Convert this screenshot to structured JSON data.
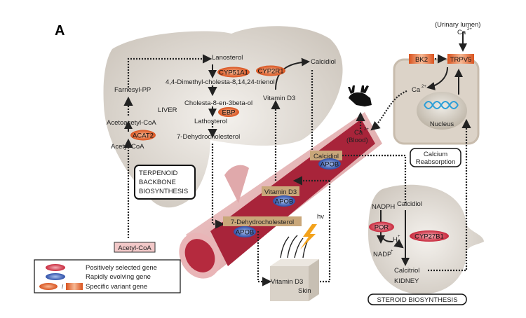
{
  "panel_label": "A",
  "colors": {
    "organ_fill": "#d9d3cb",
    "vessel_dark": "#a8243a",
    "vessel_light": "#e8b7b7",
    "positive_gene": "#c8283c",
    "rapid_gene": "#3458b0",
    "variant_gene": "#e0602e",
    "metabolite_box": "#c9a77a",
    "acetyl_box": "#f2c8c8",
    "lightning": "#f3a21b"
  },
  "liver": {
    "organ_label": "LIVER",
    "metabolites": {
      "lanosterol": "Lanosterol",
      "trienol": "4,4-Dimethyl-cholesta-8,14,24-trienol",
      "cholesta": "Cholesta-8-en-3beta-ol",
      "lathosterol": "Lathosterol",
      "dehydrocholesterol": "7-Dehydrocholesterol",
      "farnesyl": "Farnesyl-PP",
      "acetoacetyl": "Acetoacetyl-CoA",
      "acetyl": "Acetyl-CoA",
      "vitamin_d3": "Vitamin D3",
      "calcidiol": "Calcidiol"
    },
    "genes": {
      "cyp51a1": "CYP51A1",
      "cyp2r1": "CYP2R1",
      "ebp": "EBP",
      "acat2": "ACAT2"
    },
    "pathway_box": [
      "TERPENOID",
      "BACKBONE",
      "BIOSYNTHESIS"
    ]
  },
  "blood": {
    "acetyl_coa_box": "Acetyl-CoA",
    "dehydro_box": "7-Dehydrocholesterol",
    "vitd3_box": "Vitamin D3",
    "calcidiol_box": "Calcidiol",
    "apob": "APOB",
    "ca_label": "Ca",
    "ca_sup": "2+",
    "blood_label": "(Blood)"
  },
  "skin": {
    "hv": "hv",
    "vitamin_d3": "Vitamin D3",
    "skin_label": "Skin"
  },
  "kidney_cell": {
    "lumen": "(Urinary lumen)",
    "ca": "Ca",
    "ca_sup": "2+",
    "bk2": "BK2",
    "trpv5": "TRPV5",
    "ca_inside": "Ca",
    "nucleus": "Nucleus",
    "reabsorption": [
      "Calcium",
      "Reabsorption"
    ]
  },
  "kidney": {
    "nadph": "NADPH",
    "calcidiol": "Calcidiol",
    "por": "POR",
    "h": "H",
    "h_sup": "+",
    "cyp27b1": "CYP27B1",
    "nadp": "NADP",
    "nadp_sup": "+",
    "calcitriol": "Calcitriol",
    "organ_label": "KIDNEY",
    "pathway_box": "STEROID BIOSYNTHESIS"
  },
  "legend": {
    "items": [
      {
        "label": "Positively selected gene",
        "type": "positive"
      },
      {
        "label": "Rapidly evolving gene",
        "type": "rapid"
      },
      {
        "label": "Specific variant gene",
        "type": "variant"
      }
    ],
    "separator": "/"
  }
}
